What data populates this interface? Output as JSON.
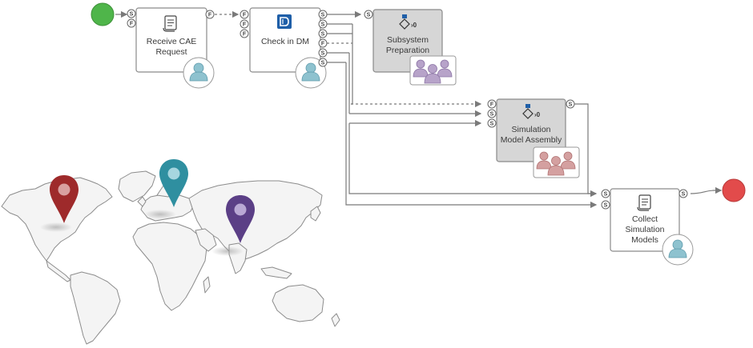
{
  "nodes": {
    "receive": {
      "line1": "Receive CAE",
      "line2": "Request"
    },
    "checkin": {
      "line1": "Check in DM"
    },
    "subsystem": {
      "line1": "Subsystem",
      "line2": "Preparation"
    },
    "assembly": {
      "line1": "Simulation",
      "line2": "Model Assembly"
    },
    "collect": {
      "line1": "Collect",
      "line2": "Simulation",
      "line3": "Models"
    }
  },
  "ports": {
    "success": "S",
    "failure": "F"
  },
  "icons": {
    "start": "start-event-icon",
    "end": "end-event-icon",
    "script": "script-scroll-icon",
    "dm": "document-manager-icon",
    "subprocess": "subprocess-decision-icon",
    "user": "single-user-icon",
    "group": "user-group-icon",
    "pin": "location-pin-icon"
  },
  "colors": {
    "start": "#4fb54a",
    "end": "#e24b4b",
    "user_icon": "#8ec2cf",
    "group_purple": "#b7a3c9",
    "group_red": "#d4a0a0",
    "pin_red": "#9e2a2b",
    "pin_teal": "#2f8fa0",
    "pin_purple": "#5b3f86",
    "gray_node": "#d6d6d6",
    "connector": "#7a7a7a",
    "dm_blue": "#1f5fa8"
  }
}
